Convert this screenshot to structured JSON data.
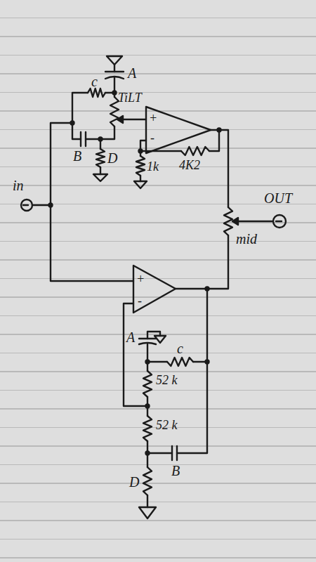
{
  "diagram": {
    "labels": [
      "A",
      "c",
      "TiLT",
      "+",
      "-",
      "B",
      "D",
      "1k",
      "4K2",
      "in",
      "OUT",
      "mid",
      "+",
      "-",
      "A",
      "c",
      "52 k",
      "52 k",
      "B",
      "D"
    ]
  }
}
